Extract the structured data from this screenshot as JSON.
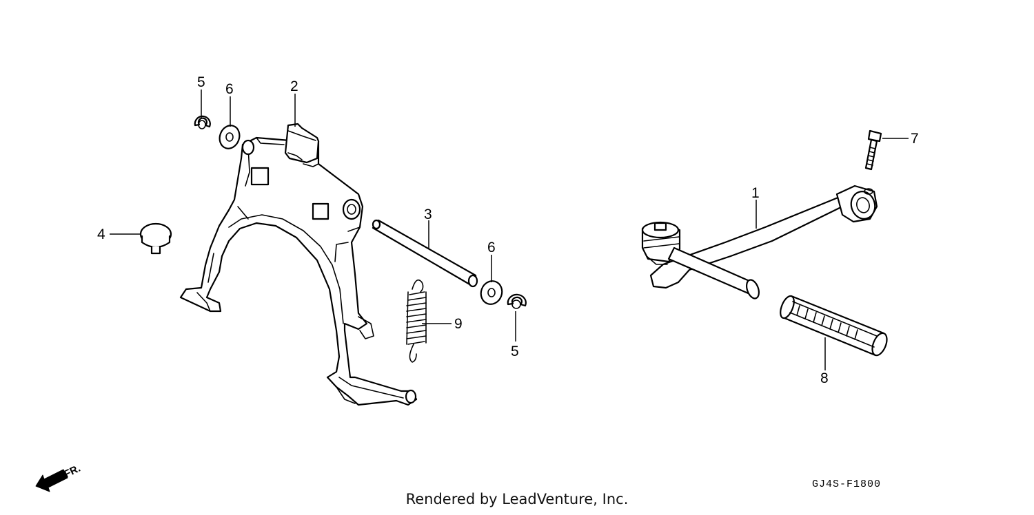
{
  "diagram": {
    "callouts": [
      "1",
      "2",
      "3",
      "4",
      "5",
      "6",
      "7",
      "8",
      "9"
    ],
    "drawing_code": "GJ4S-F1800",
    "direction_label": "FR.",
    "credit": "Rendered by LeadVenture, Inc.",
    "colors": {
      "line": "#000000",
      "background": "#ffffff"
    }
  }
}
